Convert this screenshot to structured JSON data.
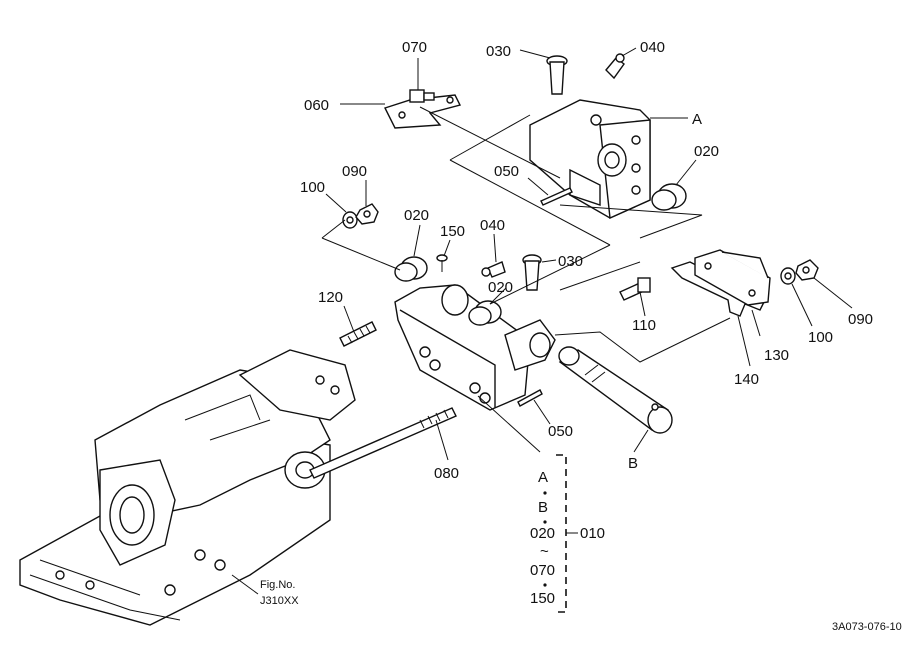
{
  "callouts": {
    "c070_top": "070",
    "c030_top": "030",
    "c040_top": "040",
    "c060": "060",
    "cA_top": "A",
    "c020_right": "020",
    "c050_top": "050",
    "c100_left": "100",
    "c090_left": "090",
    "c020_mid": "020",
    "c150": "150",
    "c040_mid": "040",
    "c030_mid": "030",
    "c020_low": "020",
    "c120": "120",
    "c110": "110",
    "c130": "130",
    "c100_right": "100",
    "c090_right": "090",
    "c140": "140",
    "c050_low": "050",
    "cB_shaft": "B",
    "c080": "080"
  },
  "assembly_note": {
    "items": [
      "A",
      "B",
      "020",
      "~",
      "070",
      "150"
    ],
    "group_label": "010"
  },
  "figure_ref": {
    "line1": "Fig.No.",
    "line2": "J310XX"
  },
  "drawing_code": "3A073-076-10"
}
